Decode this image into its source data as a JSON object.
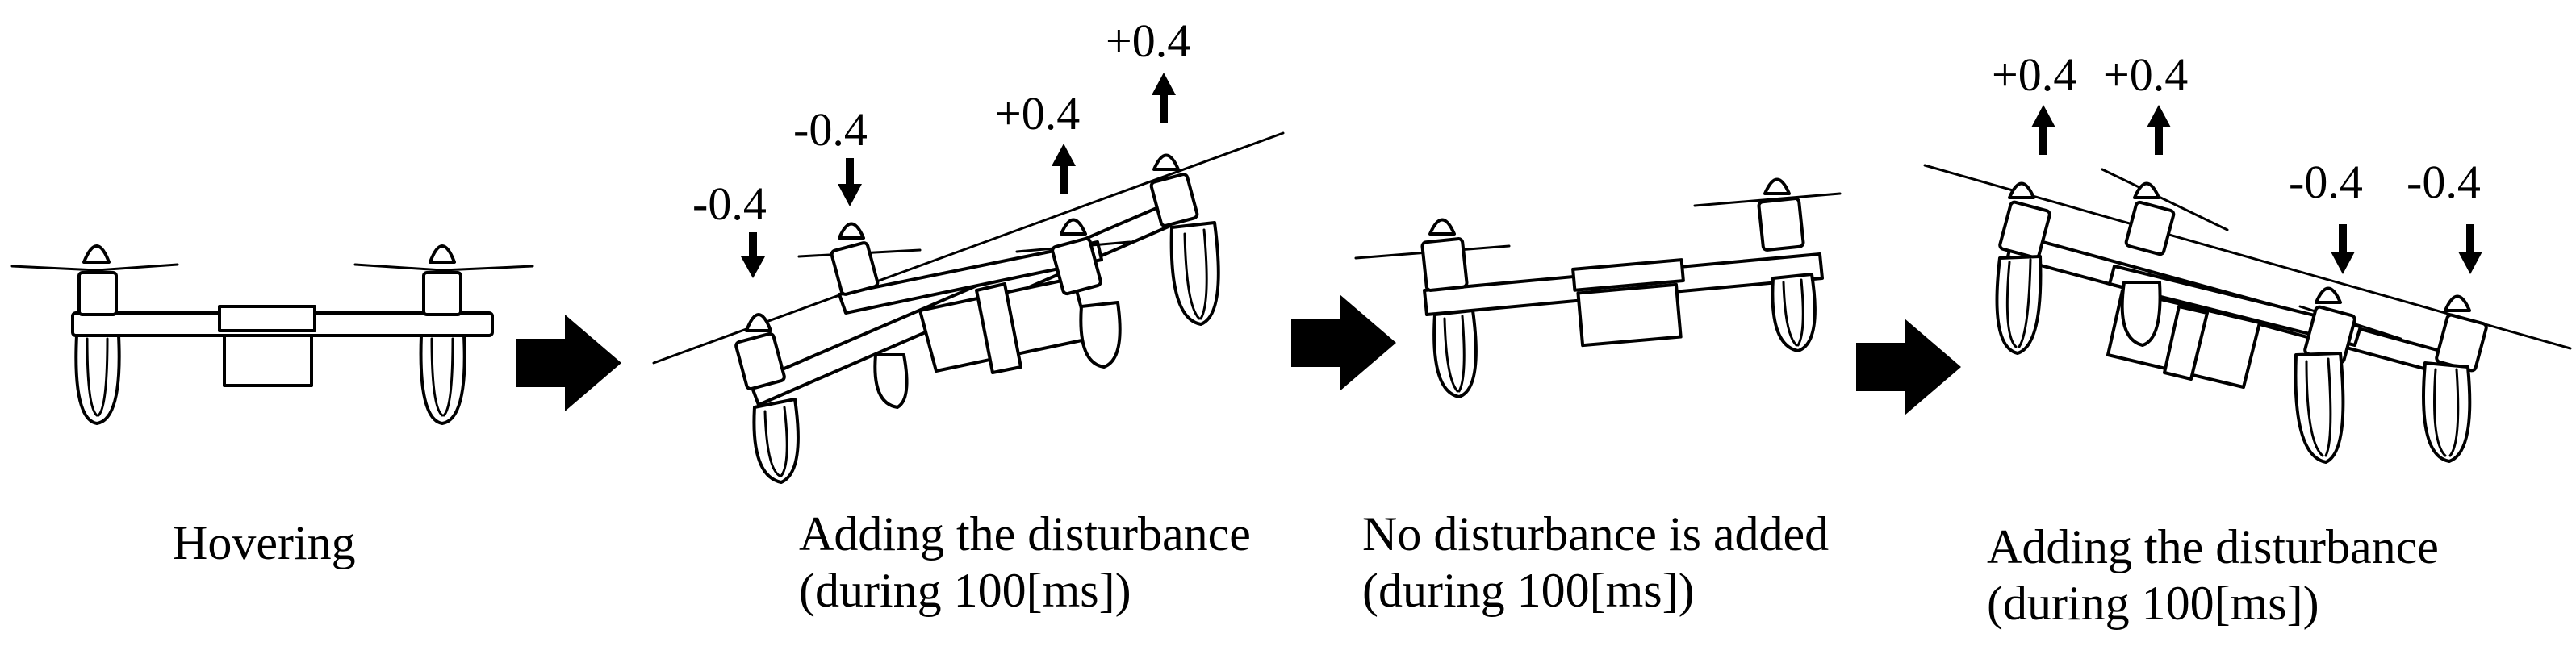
{
  "panels": [
    {
      "caption_lines": [
        "Hovering"
      ],
      "motor_deltas": []
    },
    {
      "caption_lines": [
        "Adding the disturbance",
        "(during 100[ms])"
      ],
      "motor_deltas": [
        "-0.4",
        "-0.4",
        "+0.4",
        "+0.4"
      ]
    },
    {
      "caption_lines": [
        "No disturbance is added",
        "(during 100[ms])"
      ],
      "motor_deltas": []
    },
    {
      "caption_lines": [
        "Adding the disturbance",
        "(during 100[ms])"
      ],
      "motor_deltas": [
        "+0.4",
        "+0.4",
        "-0.4",
        "-0.4"
      ]
    }
  ],
  "colors": {
    "ink": "#000000",
    "background": "#ffffff"
  }
}
